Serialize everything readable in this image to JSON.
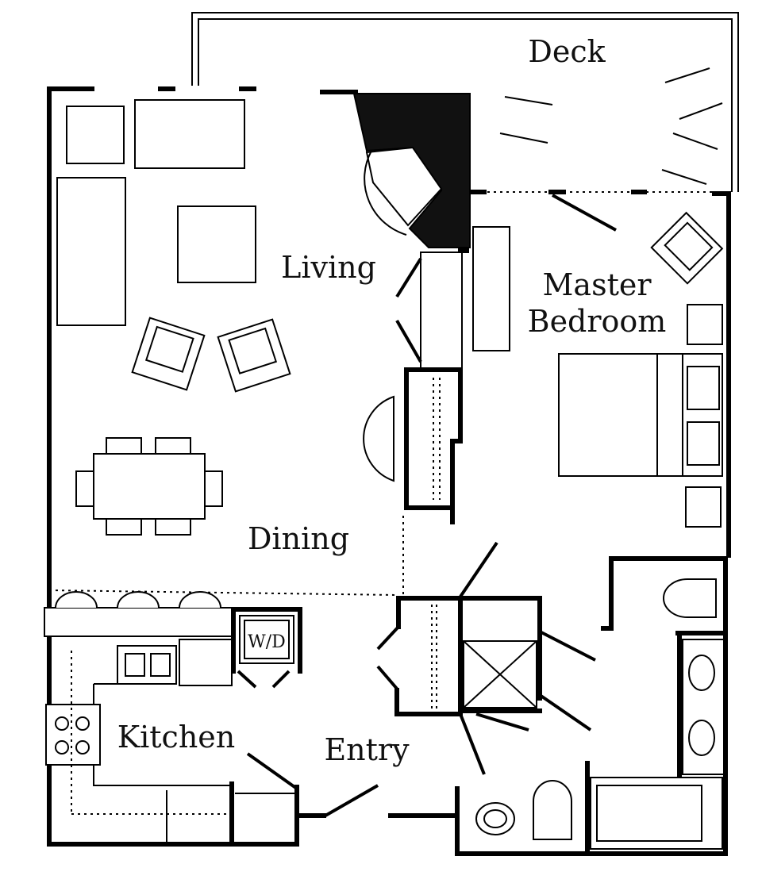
{
  "rooms": {
    "deck": "Deck",
    "living": "Living",
    "master_bedroom_line1": "Master",
    "master_bedroom_line2": "Bedroom",
    "dining": "Dining",
    "kitchen": "Kitchen",
    "entry": "Entry"
  },
  "appliances": {
    "washer_dryer": "W/D"
  }
}
